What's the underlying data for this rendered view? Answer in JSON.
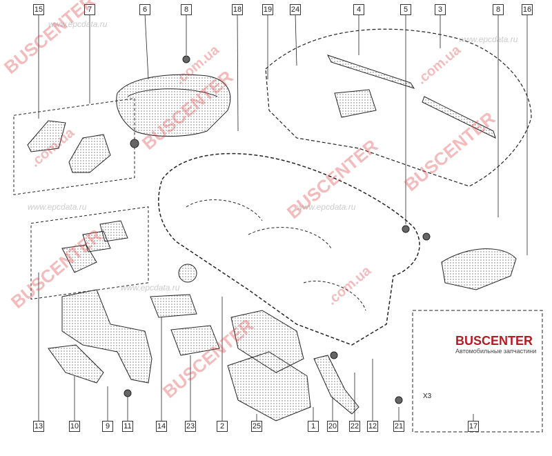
{
  "diagram": {
    "callouts_top": [
      "15",
      "7",
      "6",
      "8",
      "18",
      "19",
      "24",
      "4",
      "5",
      "3",
      "8",
      "16"
    ],
    "callouts_bottom": [
      "13",
      "10",
      "9",
      "11",
      "14",
      "23",
      "2",
      "25",
      "1",
      "20",
      "22",
      "12",
      "21",
      "17"
    ],
    "quantity_note": "X3"
  },
  "watermarks": {
    "brand": "BUSCENTER",
    "domain_ua": ".com.ua",
    "site_url": "www.epcdata.ru"
  },
  "logo": {
    "name": "BUSCENTER",
    "tagline": "Автомобильные запчастини"
  }
}
